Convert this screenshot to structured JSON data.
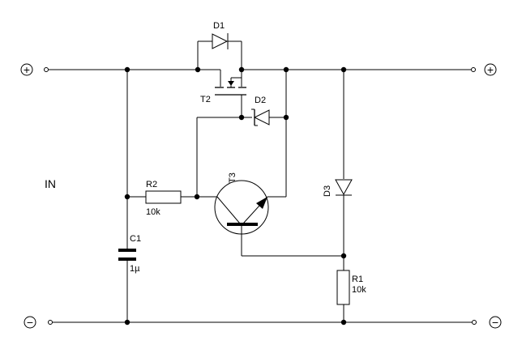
{
  "input_label": "IN",
  "terminals": {
    "plus_symbol": "+",
    "minus_symbol": "−"
  },
  "components": {
    "D1": {
      "name": "D1"
    },
    "D2": {
      "name": "D2"
    },
    "D3": {
      "name": "D3"
    },
    "T2": {
      "name": "T2"
    },
    "T3": {
      "name": "T3"
    },
    "R1": {
      "name": "R1",
      "value": "10k"
    },
    "R2": {
      "name": "R2",
      "value": "10k"
    },
    "C1": {
      "name": "C1",
      "value": "1µ"
    }
  }
}
